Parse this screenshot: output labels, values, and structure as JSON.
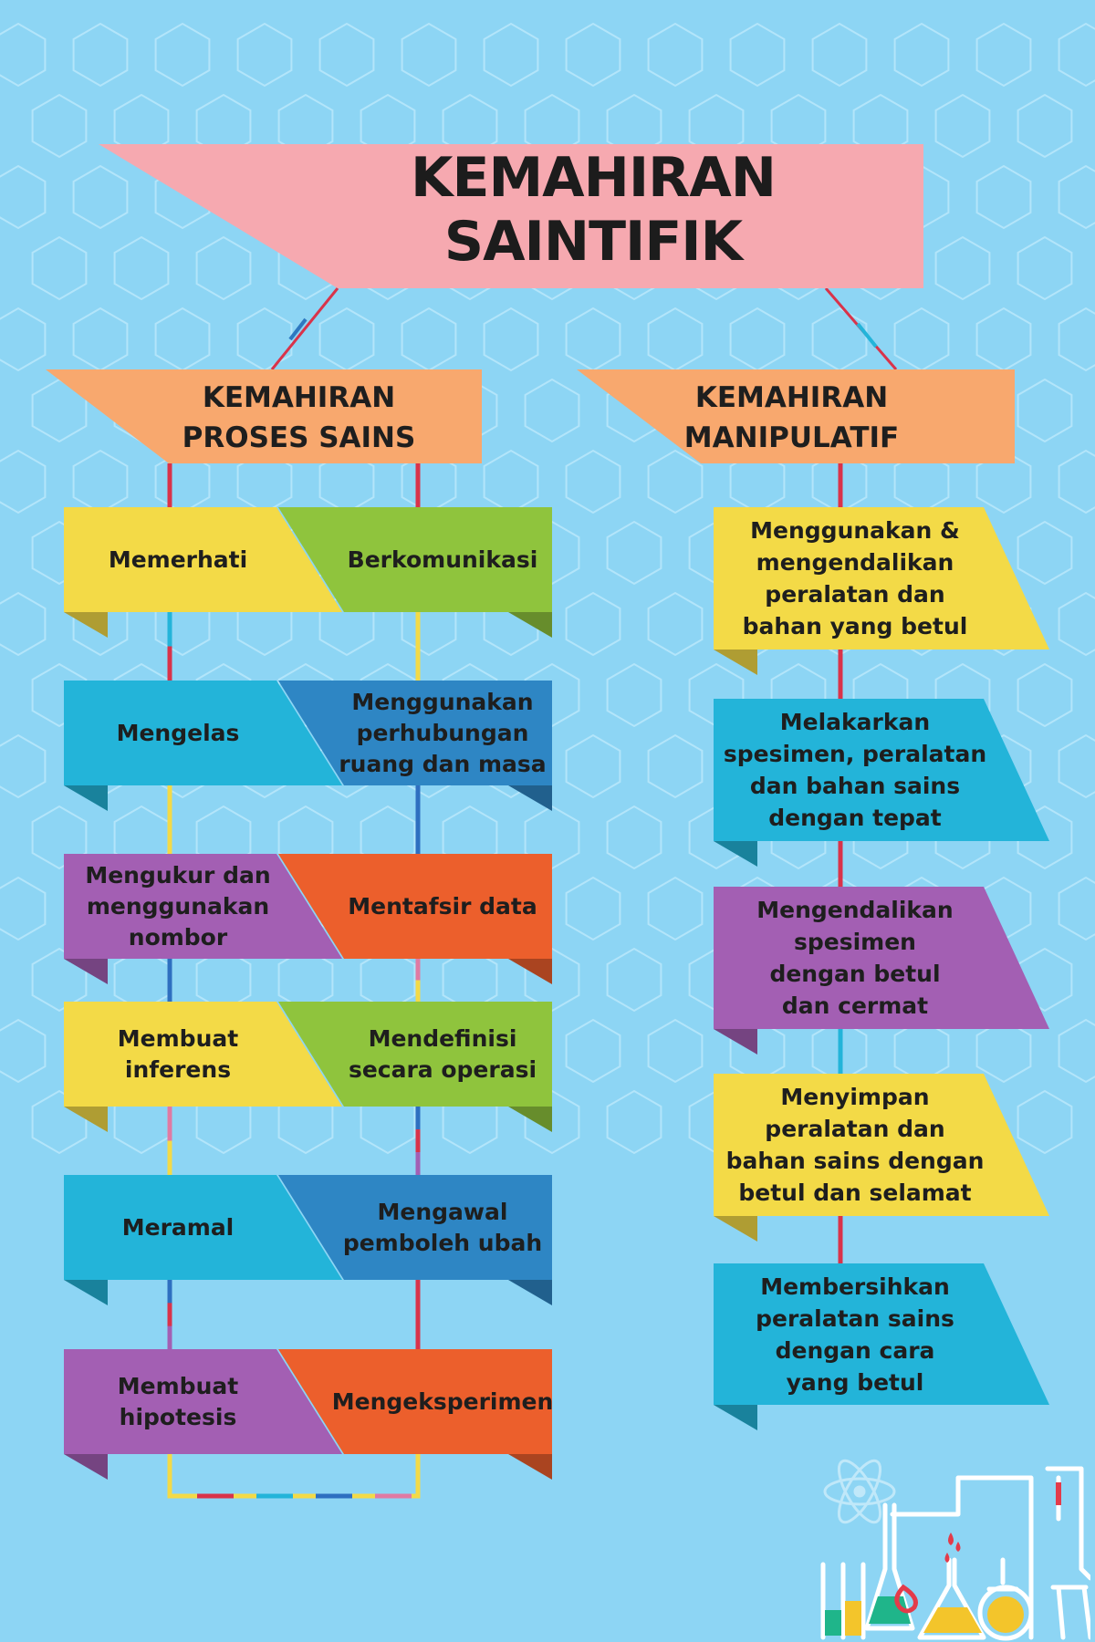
{
  "title": "KEMAHIRAN SAINTIFIK",
  "categories": {
    "process": "KEMAHIRAN\nPROSES SAINS",
    "manipulative": "KEMAHIRAN\nMANIPULATIF"
  },
  "process_skills": {
    "left": [
      "Memerhati",
      "Mengelas",
      "Mengukur dan\nmenggunakan\nnombor",
      "Membuat\ninferens",
      "Meramal",
      "Membuat\nhipotesis"
    ],
    "right": [
      "Berkomunikasi",
      "Menggunakan\nperhubungan\nruang dan masa",
      "Mentafsir data",
      "Mendefinisi\nsecara operasi",
      "Mengawal\npemboleh ubah",
      "Mengeksperimen"
    ]
  },
  "manipulative_skills": [
    "Menggunakan &\nmengendalikan\nperalatan dan\nbahan yang betul",
    "Melakarkan\nspesimen, peralatan\ndan bahan sains\ndengan tepat",
    "Mengendalikan\nspesimen\ndengan betul\ndan cermat",
    "Menyimpan\nperalatan dan\nbahan sains dengan\nbetul dan selamat",
    "Membersihkan\nperalatan sains\ndengan cara\nyang betul"
  ],
  "colors": {
    "background": "#8dd5f4",
    "title_banner": "#f6a9b0",
    "category_banner": "#f8a86e",
    "yellow": "#f3da47",
    "green": "#8fc43d",
    "cyan": "#23b4d9",
    "blue": "#2e86c4",
    "purple": "#a35fb3",
    "orange": "#ec5f2c"
  },
  "icons": [
    "lab-glassware-icon",
    "atom-icon"
  ]
}
